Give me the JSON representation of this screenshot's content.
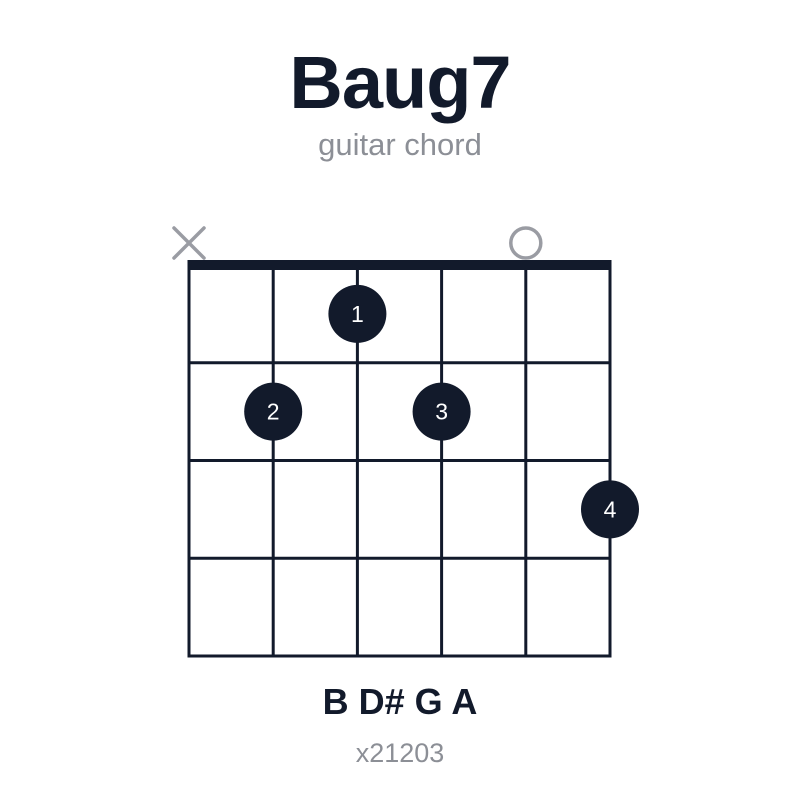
{
  "chord": {
    "name": "Baug7",
    "type_label": "guitar chord",
    "notes": "B D# G A",
    "fingering_code": "x21203"
  },
  "diagram": {
    "strings": 6,
    "frets_shown": 4,
    "string_markers": [
      "muted",
      "",
      "",
      "",
      "open",
      ""
    ],
    "fingers": [
      {
        "string": 3,
        "fret": 1,
        "label": "1"
      },
      {
        "string": 2,
        "fret": 2,
        "label": "2"
      },
      {
        "string": 4,
        "fret": 2,
        "label": "3"
      },
      {
        "string": 6,
        "fret": 3,
        "label": "4"
      }
    ],
    "colors": {
      "grid": "#121a2b",
      "finger": "#121a2b",
      "finger_text": "#ffffff",
      "marker": "#9a9ca3"
    }
  }
}
